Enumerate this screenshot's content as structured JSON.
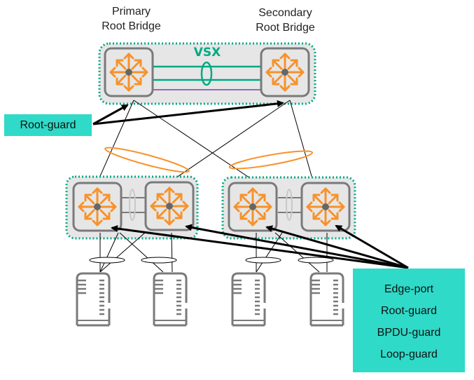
{
  "diagram": {
    "title_labels": {
      "primary": [
        "Primary",
        "Root Bridge"
      ],
      "secondary": [
        "Secondary",
        "Root Bridge"
      ]
    },
    "core": {
      "name": "VSX",
      "switches": [
        "primary-root-bridge",
        "secondary-root-bridge"
      ]
    },
    "callouts": {
      "root_guard": {
        "label": "Root-guard"
      },
      "access_features": {
        "lines": [
          "Edge-port",
          "Root-guard",
          "BPDU-guard",
          "Loop-guard"
        ]
      }
    },
    "access_pairs": [
      {
        "switches": [
          "access-1a",
          "access-1b"
        ]
      },
      {
        "switches": [
          "access-2a",
          "access-2b"
        ]
      }
    ],
    "servers": [
      "server-1",
      "server-2",
      "server-3",
      "server-4"
    ],
    "colors": {
      "switch_icon": "#f7922b",
      "vsx_link": "#01a982",
      "keepalive_link": "#7d3ea8",
      "lag_ring": "#f7922b",
      "group_border": "#01a982",
      "group_fill": "#e6e6e6",
      "callout_fill": "#2fdac8",
      "device_stroke": "#7a7a7a"
    }
  }
}
